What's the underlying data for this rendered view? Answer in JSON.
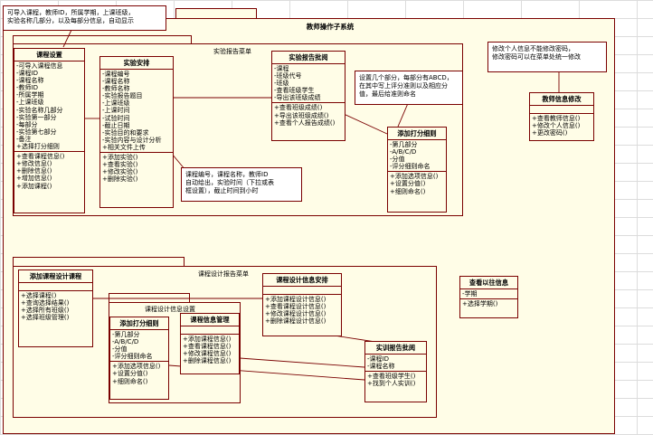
{
  "notes": {
    "top_left": [
      "可导入课程，教师ID，所属学期，上课班级，",
      "实验名称几部分，以及每部分信息，自动显示"
    ],
    "right_top": [
      "修改个人信息不能修改密码，",
      "修改密码可以在菜单处统一修改"
    ],
    "middle": [
      "设置几个部分，每部分有ABCD，",
      "在其中写上评分准则以及相应分",
      "值，最后给准则命名"
    ],
    "lower": [
      "课程编号，课程名称，教师ID",
      "自动给出，实验时间（下拉或表",
      "框设置），截止时间到小时"
    ]
  },
  "packages": {
    "main_title": "教师操作子系统",
    "experiment_report_label": "实验报告菜单",
    "course_design_report_label": "课程设计报告菜单",
    "course_design_info_label": "课程设计信息设置"
  },
  "classes": {
    "course_settings": {
      "title": "课程设置",
      "attrs": [
        "-可导入课程信息",
        "-课程ID",
        "-课程名称",
        "-教师ID",
        "-所属学期",
        "-上课班级",
        "-实验名称几部分",
        "-实验第一部分",
        "-每部分",
        "-实验第七部分",
        "-备注",
        "+选择打分细则"
      ],
      "ops": [
        "+查看课程信息()",
        "+修改信息()",
        "+删除信息()",
        "+增加信息()",
        "+添加课程()"
      ]
    },
    "experiment_arrange": {
      "title": "实验安排",
      "attrs": [
        "-课程编号",
        "-课程名称",
        "-教师名称",
        "-实验报告题目",
        "-上课班级",
        "-上课时间",
        "-试验时间",
        "-截止日期",
        "-实验目的和要求",
        "-实验内容与设计分析",
        "+相关文件上传"
      ],
      "ops": [
        "+添加实验()",
        "+查看实验()",
        "+修改实验()",
        "+删除实验()"
      ]
    },
    "experiment_report_review": {
      "title": "实验报告批阅",
      "attrs": [
        "-课程",
        "-班级代号",
        "-班级",
        "-查看班级学生",
        "-导出该班级成绩"
      ],
      "ops": [
        "+查看班级成绩()",
        "+导出该班级成绩()",
        "+查看个人报告成绩()"
      ]
    },
    "add_scoring_details_1": {
      "title": "添加打分细则",
      "attrs": [
        "-第几部分",
        "-A/B/C/D",
        "-分值",
        "-评分细则命名"
      ],
      "ops": [
        "+添加选项信息()",
        "+设置分值()",
        "+细则命名()"
      ]
    },
    "teacher_info_edit": {
      "title": "教师信息修改",
      "attrs": [],
      "ops": [
        "+查看教师信息()",
        "+修改个人信息()",
        "+更改密码()"
      ]
    },
    "add_course_design": {
      "title": "添加课程设计课程",
      "attrs": [],
      "ops": [
        "+选择课程()",
        "+查询选择结果()",
        "+选择所有班级()",
        "+选择班级管理()"
      ]
    },
    "course_design_arrange": {
      "title": "课程设计信息安排",
      "attrs": [],
      "ops": [
        "+添加课程设计信息()",
        "+查看课程设计信息()",
        "+修改课程设计信息()",
        "+删除课程设计信息()"
      ]
    },
    "add_scoring_details_2": {
      "title": "添加打分细则",
      "attrs": [
        "-第几部分",
        "-A/B/C/D",
        "-分值",
        "-评分细则命名"
      ],
      "ops": [
        "+添加选项信息()",
        "+设置分值()",
        "+细则命名()"
      ]
    },
    "course_info_mgmt": {
      "title": "课程信息管理",
      "attrs": [],
      "ops": [
        "+添加课程信息()",
        "+查看课程信息()",
        "+修改课程信息()",
        "+删除课程信息()"
      ]
    },
    "training_report_review": {
      "title": "实训报告批阅",
      "attrs": [
        "-课程ID",
        "-课程名称"
      ],
      "ops": [
        "+查看班级学生()",
        "+找到个人实训()"
      ]
    },
    "past_info": {
      "title": "查看以往信息",
      "attrs": [
        "-学期"
      ],
      "ops": [
        "+选择学期()"
      ]
    }
  }
}
